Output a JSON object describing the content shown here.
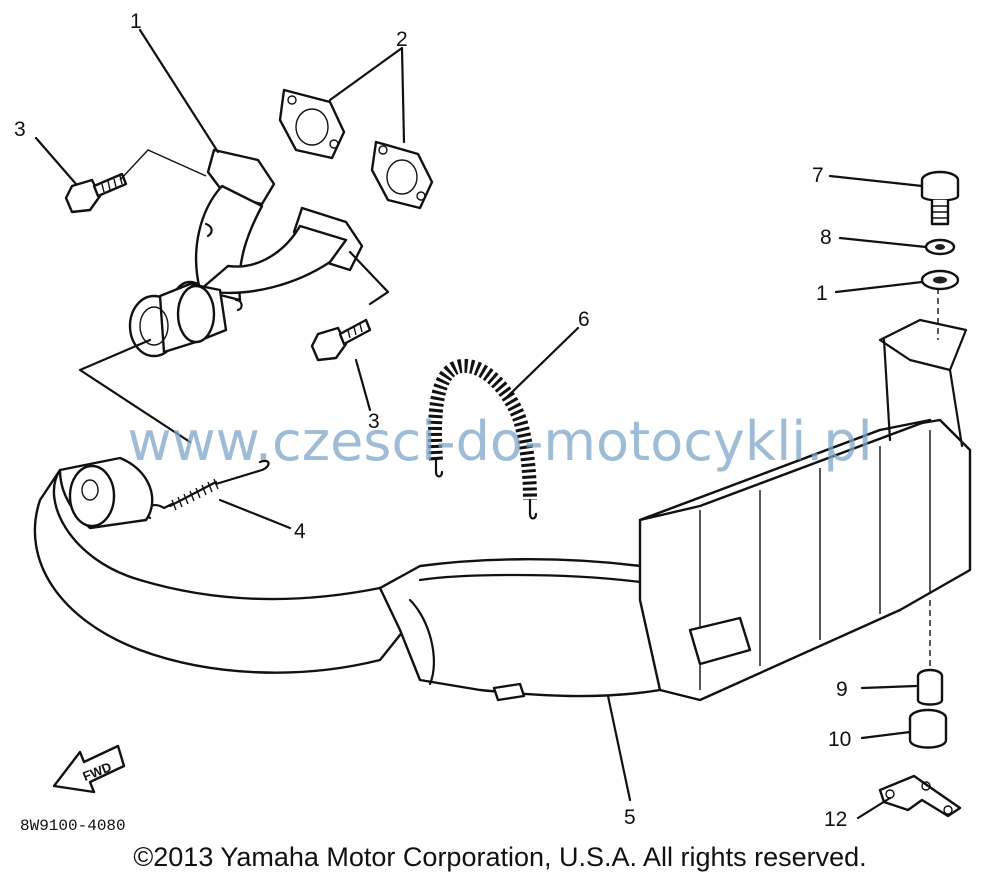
{
  "diagram": {
    "part_numbers": {
      "p1_top": "1",
      "p1_washer": "1",
      "p2": "2",
      "p3_left": "3",
      "p3_lower": "3",
      "p4": "4",
      "p5": "5",
      "p6": "6",
      "p7": "7",
      "p8": "8",
      "p9": "9",
      "p10": "10",
      "p12": "12"
    },
    "fwd_label": "FWD",
    "figure_code": "8W9100-4080",
    "watermark": "www.czesci-do-motocykli.pl",
    "copyright": "©2013 Yamaha Motor Corporation, U.S.A. All rights reserved."
  }
}
